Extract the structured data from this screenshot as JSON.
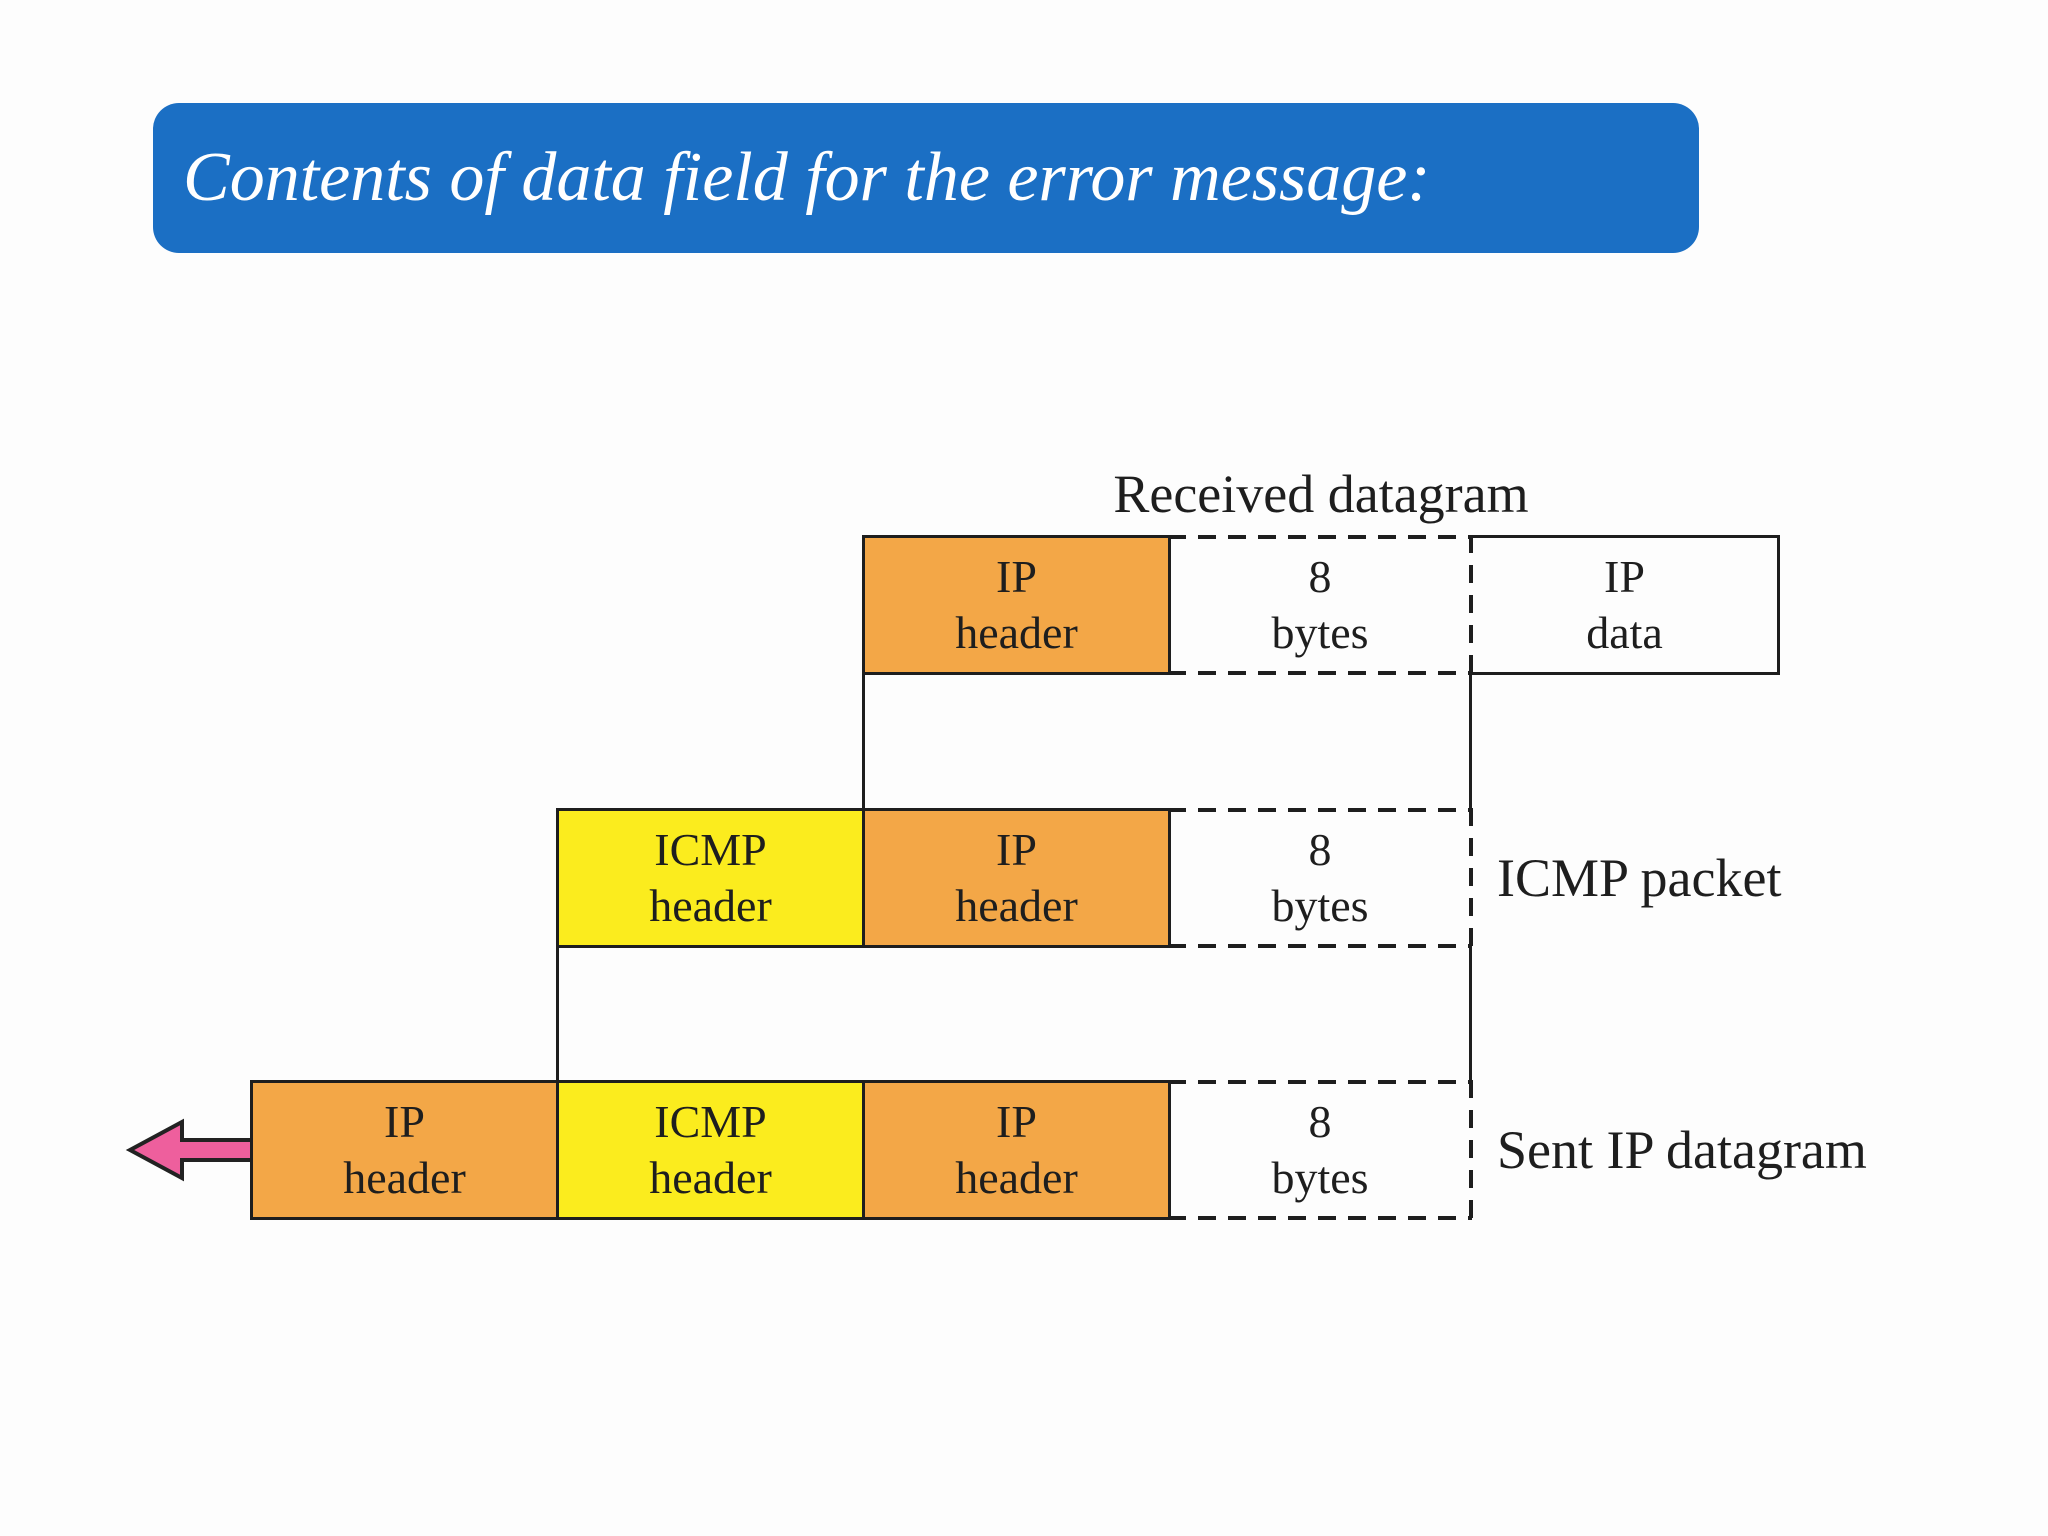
{
  "title": {
    "text": "Contents of data field for the error message:"
  },
  "colors": {
    "banner_blue": "#1B6FC4",
    "title_text": "#FFFFFF",
    "orange": "#F3A747",
    "yellow": "#FBEC1E",
    "pink": "#EE5F9D",
    "line_black": "#1E1E1E"
  },
  "diagram": {
    "received_label": "Received datagram",
    "icmp_packet_label": "ICMP packet",
    "sent_label": "Sent IP datagram",
    "row1": {
      "ip_header": {
        "line1": "IP",
        "line2": "header"
      },
      "eight_bytes": {
        "line1": "8",
        "line2": "bytes"
      },
      "ip_data": {
        "line1": "IP",
        "line2": "data"
      }
    },
    "row2": {
      "icmp_header": {
        "line1": "ICMP",
        "line2": "header"
      },
      "ip_header": {
        "line1": "IP",
        "line2": "header"
      },
      "eight_bytes": {
        "line1": "8",
        "line2": "bytes"
      }
    },
    "row3": {
      "ip_header_outer": {
        "line1": "IP",
        "line2": "header"
      },
      "icmp_header": {
        "line1": "ICMP",
        "line2": "header"
      },
      "ip_header_inner": {
        "line1": "IP",
        "line2": "header"
      },
      "eight_bytes": {
        "line1": "8",
        "line2": "bytes"
      }
    }
  }
}
